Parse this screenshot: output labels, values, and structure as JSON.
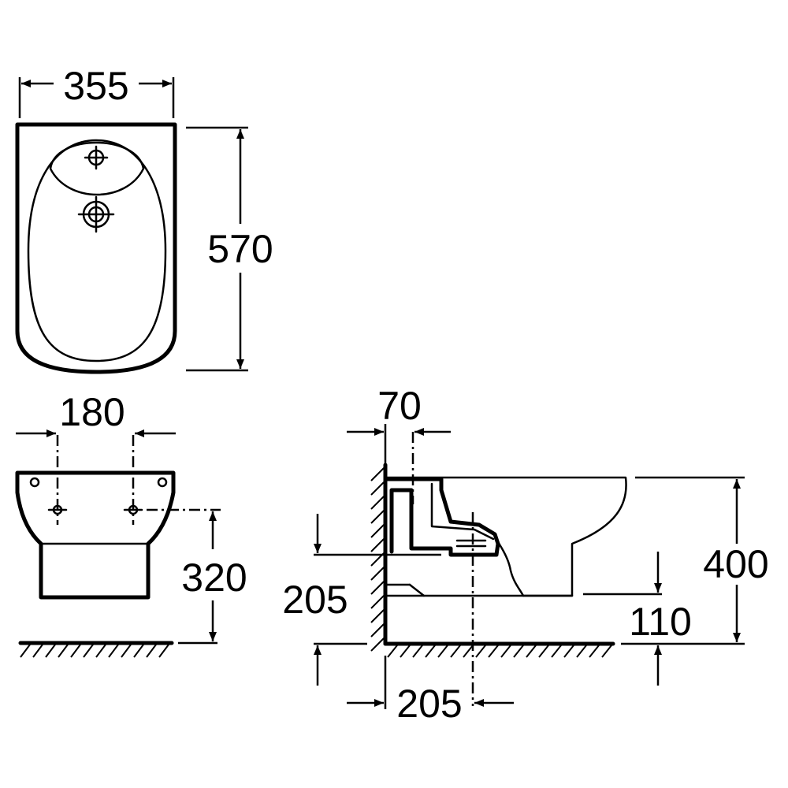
{
  "dimensions": {
    "top_width": "355",
    "top_length": "570",
    "front_hole_spacing": "180",
    "front_height": "320",
    "side_wall_offset": "70",
    "side_outlet_height": "205",
    "side_outlet_distance": "205",
    "side_total_height": "400",
    "side_inlet_height": "110"
  }
}
